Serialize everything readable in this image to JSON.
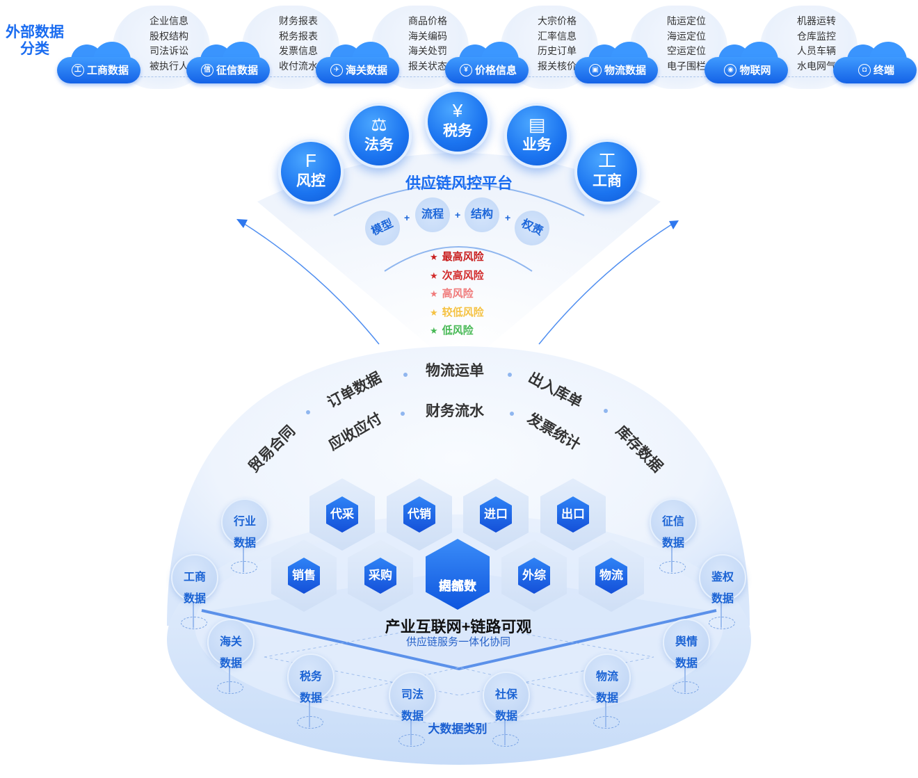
{
  "header": {
    "title_line1": "外部数据",
    "title_line2": "分类"
  },
  "categories": [
    {
      "name": "工商数据",
      "icon": "工",
      "items": [
        "企业信息",
        "股权结构",
        "司法诉讼",
        "被执行人"
      ]
    },
    {
      "name": "征信数据",
      "icon": "信",
      "items": [
        "财务报表",
        "税务报表",
        "发票信息",
        "收付流水"
      ]
    },
    {
      "name": "海关数据",
      "icon": "✈",
      "items": [
        "商品价格",
        "海关编码",
        "海关处罚",
        "报关状态"
      ]
    },
    {
      "name": "价格信息",
      "icon": "¥",
      "items": [
        "大宗价格",
        "汇率信息",
        "历史订单",
        "报关核价"
      ]
    },
    {
      "name": "物流数据",
      "icon": "▣",
      "items": [
        "陆运定位",
        "海运定位",
        "空运定位",
        "电子围栏"
      ]
    },
    {
      "name": "物联网",
      "icon": "◉",
      "items": [
        "机器运转",
        "仓库监控",
        "人员车辆",
        "水电网气"
      ]
    },
    {
      "name": "终端",
      "icon": "◘",
      "items": []
    }
  ],
  "platform": {
    "title": "供应链风控平台",
    "modules": [
      {
        "label": "风控",
        "icon": "F"
      },
      {
        "label": "法务",
        "icon": "⚖"
      },
      {
        "label": "税务",
        "icon": "¥"
      },
      {
        "label": "业务",
        "icon": "▤"
      },
      {
        "label": "工商",
        "icon": "工"
      }
    ],
    "elements": [
      "模型",
      "流程",
      "结构",
      "权责"
    ],
    "plus": "+"
  },
  "risk_levels": [
    {
      "label": "最高风险",
      "color": "#c81d1d"
    },
    {
      "label": "次高风险",
      "color": "#d22b2b"
    },
    {
      "label": "高风险",
      "color": "#f07a7a"
    },
    {
      "label": "较低风险",
      "color": "#f5c242"
    },
    {
      "label": "低风险",
      "color": "#47b955"
    }
  ],
  "ring_outer": [
    "贸易合同",
    "订单数据",
    "物流运单",
    "出入库单",
    "库存数据"
  ],
  "ring_inner": [
    "应收应付",
    "财务流水",
    "发票统计"
  ],
  "hex_top": [
    "代采",
    "代销",
    "进口",
    "出口"
  ],
  "hex_bottom": [
    "销售",
    "采购",
    "外综",
    "物流"
  ],
  "center_hex": [
    "内部数",
    "据统计"
  ],
  "headline": "产业互联网+链路可观",
  "subline": "供应链服务一体化协同",
  "data_circles": [
    {
      "l1": "行业",
      "l2": "数据"
    },
    {
      "l1": "工商",
      "l2": "数据"
    },
    {
      "l1": "海关",
      "l2": "数据"
    },
    {
      "l1": "税务",
      "l2": "数据"
    },
    {
      "l1": "司法",
      "l2": "数据"
    },
    {
      "l1": "社保",
      "l2": "数据"
    },
    {
      "l1": "物流",
      "l2": "数据"
    },
    {
      "l1": "舆情",
      "l2": "数据"
    },
    {
      "l1": "鉴权",
      "l2": "数据"
    },
    {
      "l1": "征信",
      "l2": "数据"
    }
  ],
  "big_data_label": "大数据类别",
  "colors": {
    "brand": "#1a6cf0",
    "dark_blue": "#1450d8",
    "light_blue": "#eaf1fc"
  }
}
